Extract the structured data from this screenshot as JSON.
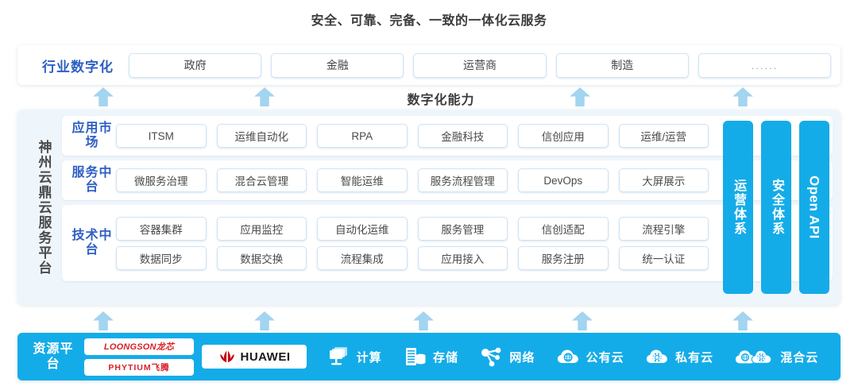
{
  "title": "安全、可靠、完备、一致的一体化云服务",
  "capability_label": "数字化能力",
  "industry": {
    "label": "行业数字化",
    "items": [
      {
        "label": "政府"
      },
      {
        "label": "金融"
      },
      {
        "label": "运营商"
      },
      {
        "label": "制造"
      },
      {
        "label": "......"
      }
    ]
  },
  "platform": {
    "side_label": "神州云鼎云服务平台",
    "layers": [
      {
        "id": "app-market",
        "label": "应用市场",
        "rows": [
          [
            "ITSM",
            "运维自动化",
            "RPA",
            "金融科技",
            "信创应用",
            "运维/运营"
          ]
        ]
      },
      {
        "id": "service-mid",
        "label": "服务中台",
        "rows": [
          [
            "微服务治理",
            "混合云管理",
            "智能运维",
            "服务流程管理",
            "DevOps",
            "大屏展示"
          ]
        ]
      },
      {
        "id": "tech-mid",
        "label": "技术中台",
        "rows": [
          [
            "容器集群",
            "应用监控",
            "自动化运维",
            "服务管理",
            "信创适配",
            "流程引擎"
          ],
          [
            "数据同步",
            "数据交换",
            "流程集成",
            "应用接入",
            "服务注册",
            "统一认证"
          ]
        ]
      }
    ],
    "pillars": [
      {
        "id": "ops-system",
        "label": "运营体系",
        "latin": false
      },
      {
        "id": "security-system",
        "label": "安全体系",
        "latin": false
      },
      {
        "id": "open-api",
        "label": "Open API",
        "latin": true
      }
    ]
  },
  "resource": {
    "label": "资源平台",
    "logos": [
      {
        "id": "loongson",
        "text": "LOONGSON龙芯",
        "style": "italic"
      },
      {
        "id": "phytium",
        "text": "PHYTIUM飞腾",
        "style": "flat"
      }
    ],
    "huawei": {
      "id": "huawei",
      "text": "HUAWEI"
    },
    "items": [
      {
        "id": "compute",
        "label": "计算",
        "icon": "compute-icon"
      },
      {
        "id": "storage",
        "label": "存储",
        "icon": "storage-icon"
      },
      {
        "id": "network",
        "label": "网络",
        "icon": "network-icon"
      },
      {
        "id": "public-cloud",
        "label": "公有云",
        "icon": "public-cloud-icon"
      },
      {
        "id": "private-cloud",
        "label": "私有云",
        "icon": "private-cloud-icon"
      },
      {
        "id": "hybrid-cloud",
        "label": "混合云",
        "icon": "hybrid-cloud-icon"
      }
    ]
  },
  "arrows": {
    "upper_x": [
      130,
      333,
      730,
      935
    ],
    "lower_x": [
      130,
      333,
      533,
      733,
      935
    ]
  },
  "colors": {
    "accent_blue": "#14ace8",
    "arrow_blue": "#a3d4f0",
    "label_blue": "#2f5fc4",
    "panel_bg": "#eff6fb",
    "chip_border": "#cfe4f5",
    "logo_red": "#d81f26",
    "text_dark": "#3b3b3b"
  }
}
